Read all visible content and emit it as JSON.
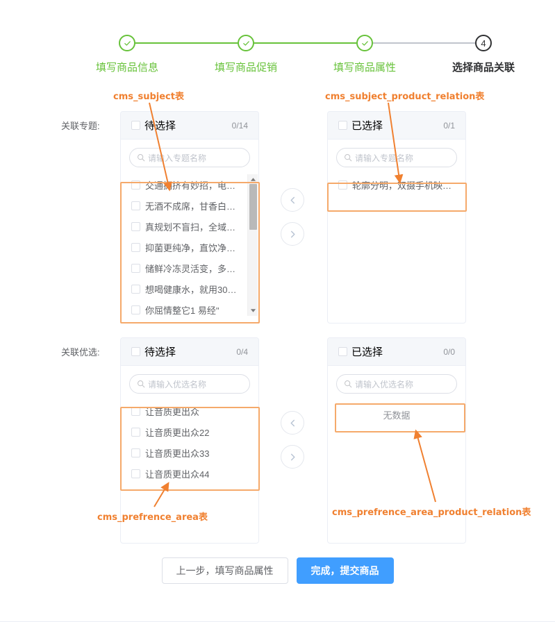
{
  "steps": {
    "items": [
      {
        "title": "填写商品信息",
        "state": "done",
        "icon": "check-icon"
      },
      {
        "title": "填写商品促销",
        "state": "done",
        "icon": "check-icon"
      },
      {
        "title": "填写商品属性",
        "state": "done",
        "icon": "check-icon"
      },
      {
        "title": "选择商品关联",
        "state": "current",
        "number": "4"
      }
    ],
    "active_color": "#67c23a",
    "current_color": "#303133",
    "inactive_color": "#c0c4cc"
  },
  "groups": [
    {
      "label": "关联专题:",
      "source": {
        "header_title": "待选择",
        "count": "0/14",
        "search_placeholder": "请输入专题名称",
        "options": [
          "交通拥挤有妙招，电…",
          "无酒不成席，甘香白…",
          "真规划不盲扫，全域…",
          "抑菌更纯净，直饮净…",
          "储鲜冷冻灵活变，多…",
          "想喝健康水，就用30…",
          "你屈情整它1 易经\""
        ],
        "has_scrollbar": true
      },
      "target": {
        "header_title": "已选择",
        "count": "0/1",
        "search_placeholder": "请输入专题名称",
        "options": [
          "轮廓分明，双摄手机映…"
        ],
        "has_scrollbar": false
      },
      "buttons": {
        "to_left": "chevron-left-icon",
        "to_right": "chevron-right-icon"
      }
    },
    {
      "label": "关联优选:",
      "source": {
        "header_title": "待选择",
        "count": "0/4",
        "search_placeholder": "请输入优选名称",
        "options": [
          "让音质更出众",
          "让音质更出众22",
          "让音质更出众33",
          "让音质更出众44"
        ],
        "has_scrollbar": false
      },
      "target": {
        "header_title": "已选择",
        "count": "0/0",
        "search_placeholder": "请输入优选名称",
        "options": [],
        "empty_text": "无数据",
        "has_scrollbar": false
      },
      "buttons": {
        "to_left": "chevron-left-icon",
        "to_right": "chevron-right-icon"
      }
    }
  ],
  "annotations": {
    "color": "#f08030",
    "items": [
      {
        "text": "cms_subject表"
      },
      {
        "text": "cms_subject_product_relation表"
      },
      {
        "text": "cms_prefrence_area表"
      },
      {
        "text": "cms_prefrence_area_product_relation表"
      }
    ]
  },
  "footer": {
    "prev_label": "上一步，填写商品属性",
    "submit_label": "完成，提交商品",
    "primary_color": "#409eff"
  }
}
